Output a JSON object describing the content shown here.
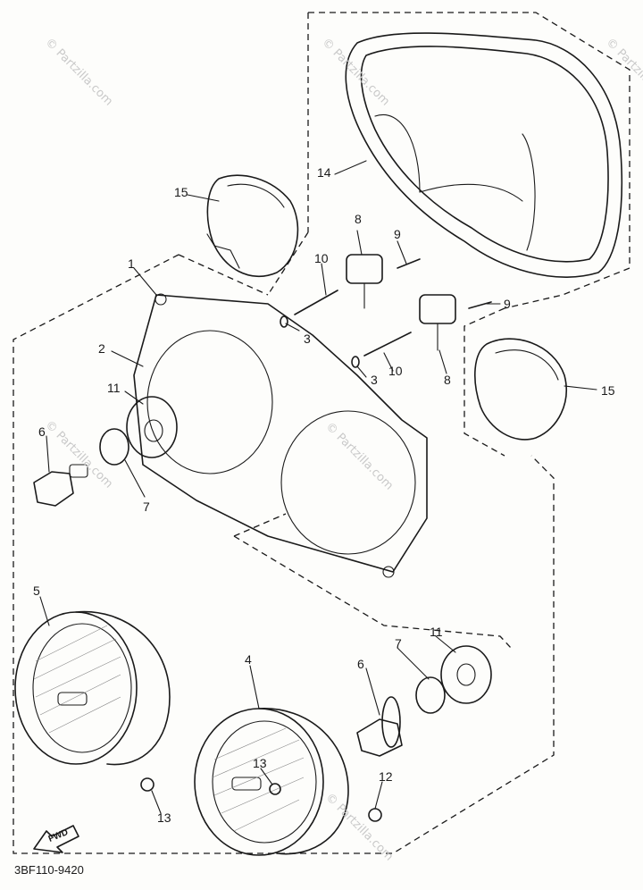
{
  "callouts": {
    "c1": "1",
    "c2": "2",
    "c3a": "3",
    "c3b": "3",
    "c4": "4",
    "c5": "5",
    "c6a": "6",
    "c6b": "6",
    "c7a": "7",
    "c7b": "7",
    "c8a": "8",
    "c8b": "8",
    "c9a": "9",
    "c9b": "9",
    "c10a": "10",
    "c10b": "10",
    "c11a": "11",
    "c11b": "11",
    "c12": "12",
    "c13a": "13",
    "c13b": "13",
    "c14": "14",
    "c15a": "15",
    "c15b": "15"
  },
  "diagram_code": "3BF110-9420",
  "direction_marker": "FWD",
  "watermarks": {
    "w1": "© Partzilla.com",
    "w2": "© Partzilla.com",
    "w3": "© Partzilla.com",
    "w4": "© Partzilla.com",
    "w5": "© Partzilla.com",
    "w6": "© Partzilla.com"
  },
  "colors": {
    "line": "#1a1a1a",
    "background": "#fdfdfb",
    "watermark": "#c9c9c9"
  }
}
